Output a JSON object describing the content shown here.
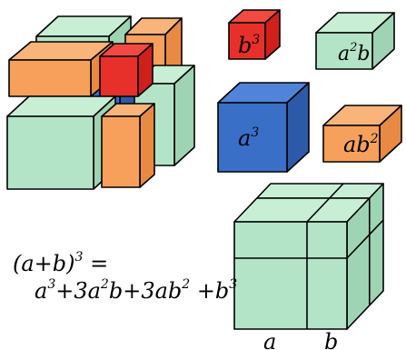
{
  "colors": {
    "green": "#b4e4c8",
    "green_top": "#c8eed6",
    "green_side": "#9ed4b4",
    "orange": "#f7a05c",
    "orange_top": "#f9b47a",
    "orange_side": "#e88a44",
    "red": "#e8302a",
    "red_top": "#f24a40",
    "red_side": "#d0201c",
    "blue": "#3a6fc8",
    "blue_top": "#4f84d8",
    "blue_side": "#2d5aa8",
    "stroke": "#000000"
  },
  "labels": {
    "b3_base": "b",
    "b3_exp": "3",
    "a2b_a": "a",
    "a2b_exp": "2",
    "a2b_b": "b",
    "a3_base": "a",
    "a3_exp": "3",
    "ab2_ab": "ab",
    "ab2_exp": "2",
    "axis_a": "a",
    "axis_b": "b"
  },
  "formula": {
    "line1_main": "(a+b)",
    "line1_exp": "3",
    "line1_eq": " =",
    "t1": "a",
    "t1e": "3",
    "t2": "+3a",
    "t2e": "2",
    "t3": "b+3ab",
    "t3e": "2",
    "t4": " +b",
    "t4e": "3"
  }
}
